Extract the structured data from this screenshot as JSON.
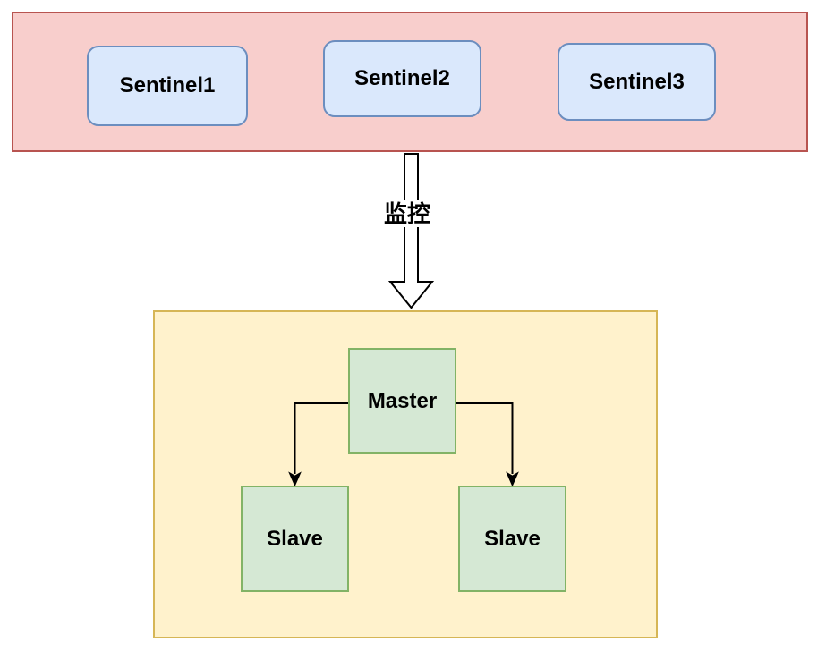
{
  "sentinel_group": {
    "nodes": [
      {
        "label": "Sentinel1"
      },
      {
        "label": "Sentinel2"
      },
      {
        "label": "Sentinel3"
      }
    ]
  },
  "monitor_arrow": {
    "label": "监控"
  },
  "replication_group": {
    "master": {
      "label": "Master"
    },
    "slaves": [
      {
        "label": "Slave"
      },
      {
        "label": "Slave"
      }
    ]
  },
  "colors": {
    "sentinel_container_fill": "#f8cecc",
    "sentinel_container_stroke": "#b85450",
    "sentinel_box_fill": "#dae8fc",
    "sentinel_box_stroke": "#6c8ebf",
    "redis_container_fill": "#fff2cc",
    "redis_container_stroke": "#d6b656",
    "node_fill": "#d5e8d4",
    "node_stroke": "#82b366",
    "connector": "#000000"
  }
}
